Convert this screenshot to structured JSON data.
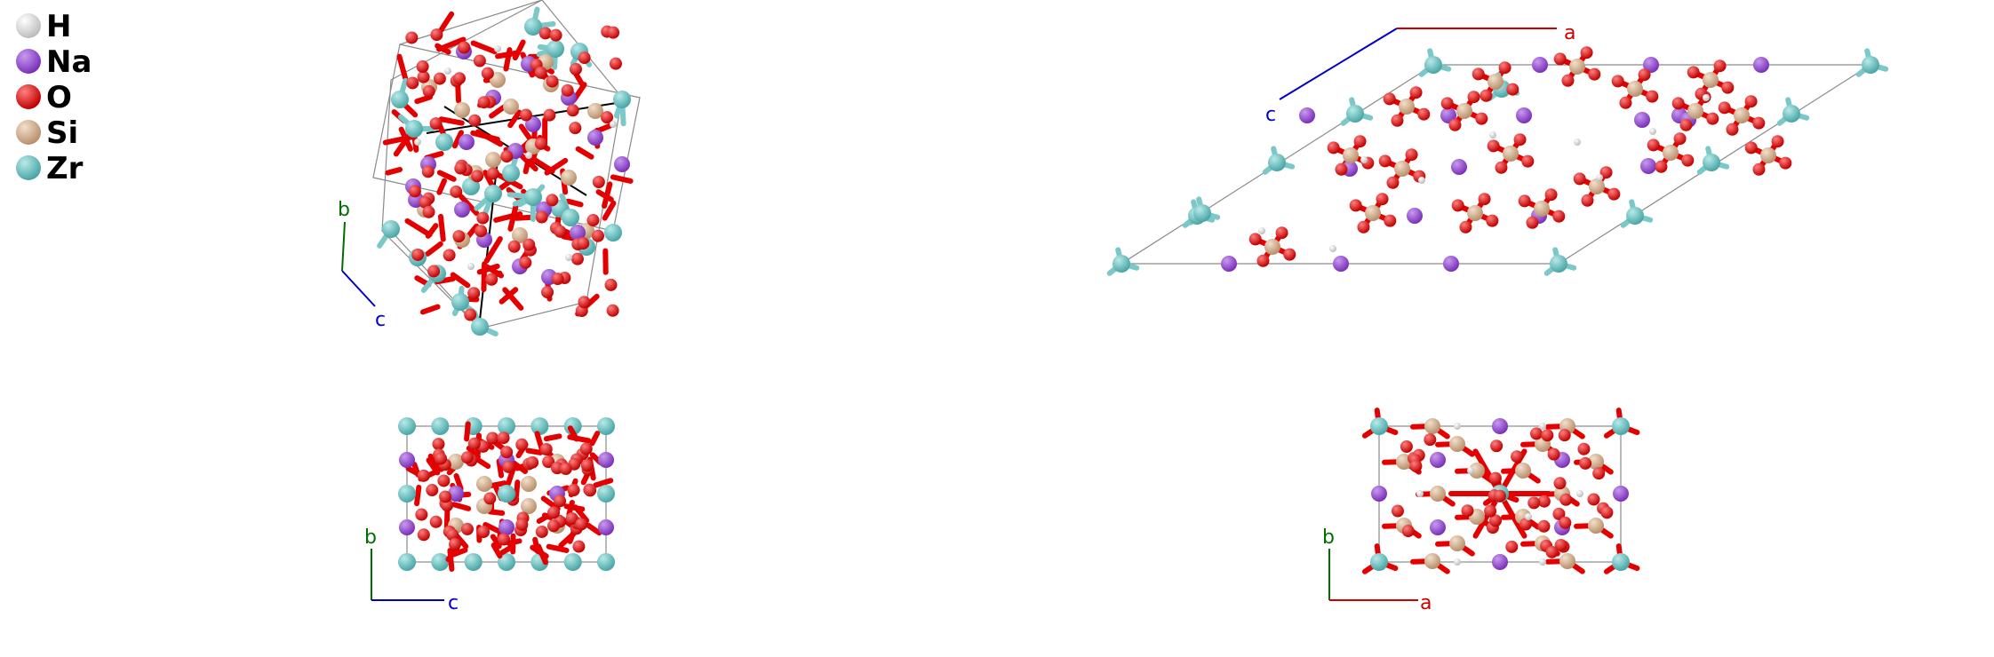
{
  "legend": [
    {
      "symbol": "H",
      "color": "#f0f0f0"
    },
    {
      "symbol": "Na",
      "color": "#9a4fd0"
    },
    {
      "symbol": "O",
      "color": "#e40000"
    },
    {
      "symbol": "Si",
      "color": "#d8b898"
    },
    {
      "symbol": "Zr",
      "color": "#72c6c6"
    }
  ],
  "axes": {
    "a": {
      "label": "a",
      "color": "#cc0000"
    },
    "b": {
      "label": "b",
      "color": "#006e00"
    },
    "c": {
      "label": "c",
      "color": "#0000c8"
    }
  },
  "panels": [
    {
      "view": "perspective",
      "axes_shown": [
        "b",
        "c"
      ]
    },
    {
      "view": "along-b",
      "axes_shown": [
        "a",
        "c"
      ]
    },
    {
      "view": "along-a",
      "axes_shown": [
        "b",
        "c"
      ]
    },
    {
      "view": "along-c",
      "axes_shown": [
        "b",
        "a"
      ]
    }
  ]
}
